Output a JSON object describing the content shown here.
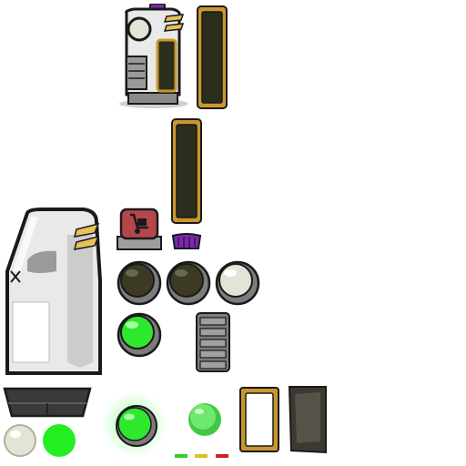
{
  "colors": {
    "outline": "#1a1a1a",
    "machine_white": "#e9e9e9",
    "machine_shade": "#b9b9b9",
    "gold": "#c9972e",
    "gold_light": "#e8c15a",
    "screen_dark": "#2b2e1c",
    "purple": "#7a2aa8",
    "red_panel": "#b5474b",
    "dark_button": "#3c3a25",
    "light_button": "#e4e4d6",
    "green": "#2ee82e",
    "green_dim": "#44c844",
    "grey_panel": "#7d7d7d",
    "indicator_green": "#2fcf2f",
    "indicator_yellow": "#e0c020",
    "indicator_red": "#d02020"
  },
  "sprites": [
    {
      "name": "small-machine-icon"
    },
    {
      "name": "tall-gold-frame-top"
    },
    {
      "name": "tall-gold-frame-middle"
    },
    {
      "name": "large-machine-body"
    },
    {
      "name": "red-dolly-button"
    },
    {
      "name": "purple-knob"
    },
    {
      "name": "dark-round-button-1"
    },
    {
      "name": "dark-round-button-2"
    },
    {
      "name": "light-round-button"
    },
    {
      "name": "green-round-button"
    },
    {
      "name": "grey-vent-panel"
    },
    {
      "name": "dark-tray"
    },
    {
      "name": "glowing-green-orb"
    },
    {
      "name": "green-orb"
    },
    {
      "name": "gold-frame"
    },
    {
      "name": "dark-panel"
    },
    {
      "name": "light-circle"
    },
    {
      "name": "green-circle"
    },
    {
      "name": "indicator-lights"
    }
  ]
}
